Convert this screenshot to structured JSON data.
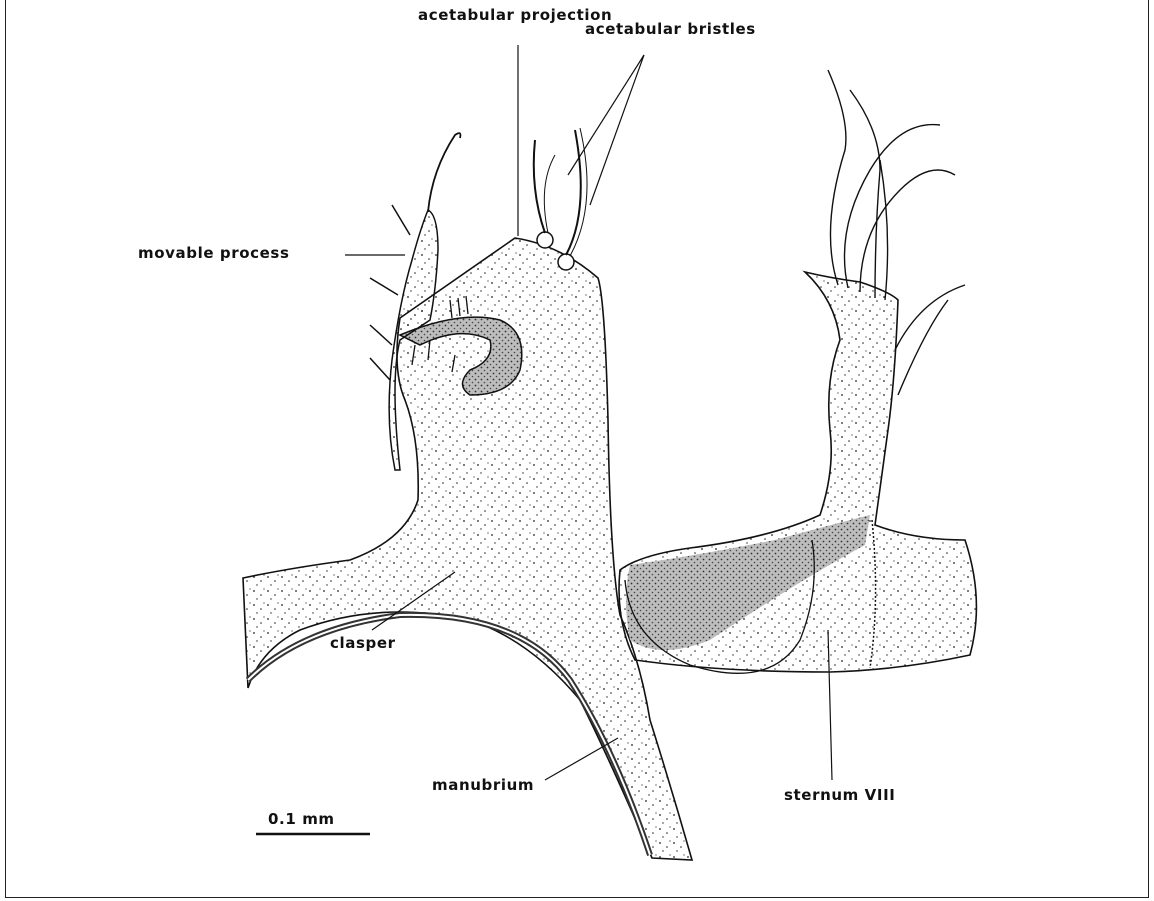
{
  "labels": {
    "acetabular_projection": "acetabular projection",
    "acetabular_bristles": "acetabular bristles",
    "movable_process": "movable process",
    "clasper": "clasper",
    "manubrium": "manubrium",
    "sternum_viii": "sternum VIII"
  },
  "scale_bar": {
    "label": "0.1 mm"
  },
  "colors": {
    "ink": "#111111",
    "sclerotized": "#555555",
    "background": "#ffffff"
  }
}
